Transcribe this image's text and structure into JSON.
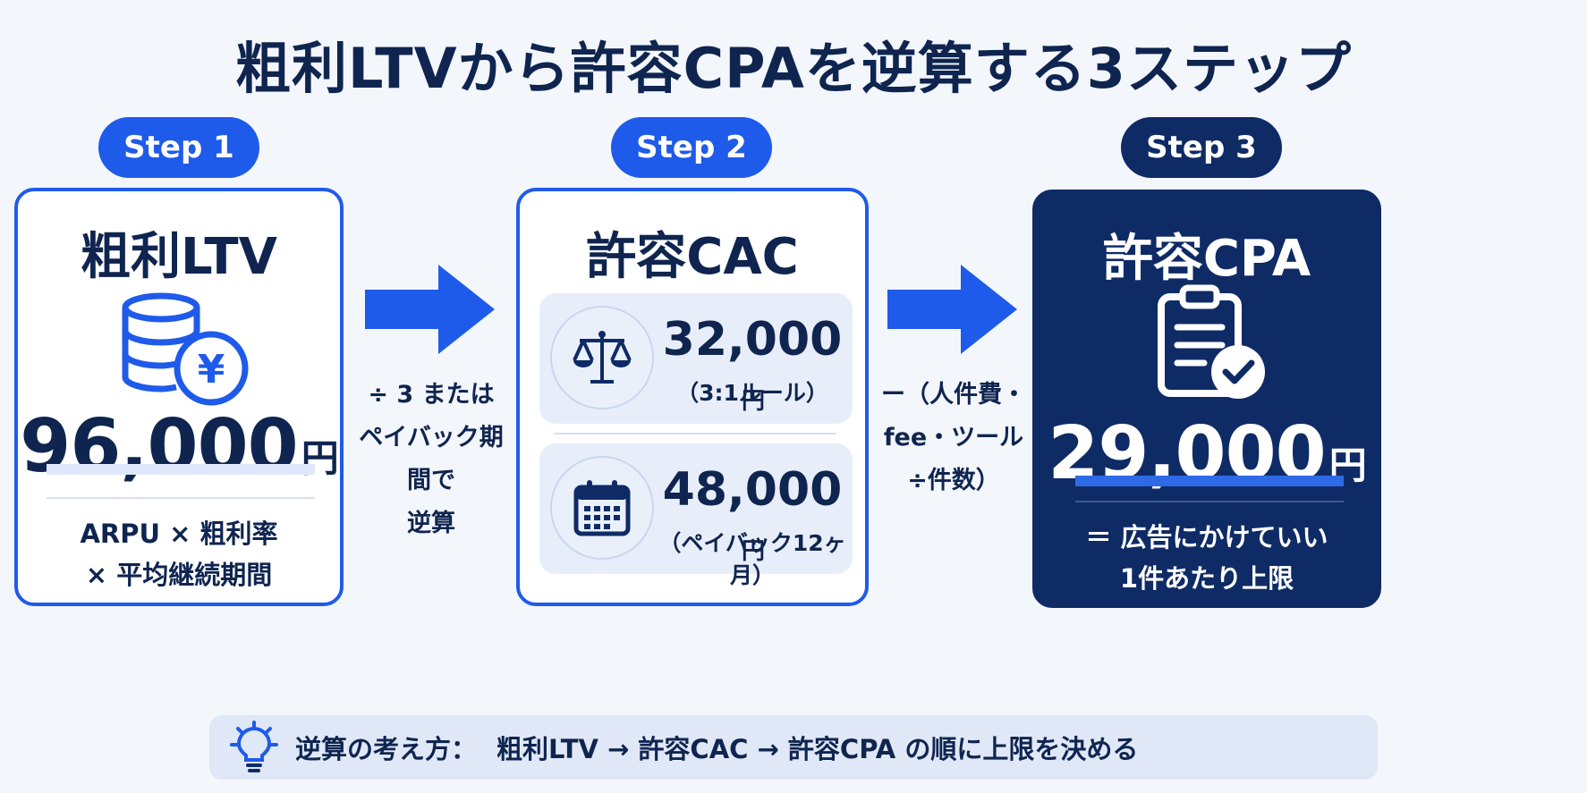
{
  "title": "粗利LTVから許容CPAを逆算する3ステップ",
  "steps": [
    {
      "pill": "Step 1",
      "title": "粗利LTV",
      "value": "96,000",
      "unit": "円",
      "desc_line1": "ARPU × 粗利率",
      "desc_line2": "× 平均継続期間",
      "icon": "coins-yen-icon"
    },
    {
      "pill": "Step 2",
      "title": "許容CAC",
      "options": [
        {
          "value": "32,000",
          "unit": "円",
          "note": "（3:1ルール）",
          "icon": "scale-icon"
        },
        {
          "value": "48,000",
          "unit": "円",
          "note": "（ペイバック12ヶ月）",
          "icon": "calendar-icon"
        }
      ]
    },
    {
      "pill": "Step 3",
      "title": "許容CPA",
      "value": "29,000",
      "unit": "円",
      "desc_line1": "＝ 広告にかけていい",
      "desc_line2": "1件あたり上限",
      "icon": "clipboard-check-icon"
    }
  ],
  "arrows": [
    {
      "line1": "÷ 3 または",
      "line2": "ペイバック期間で",
      "line3": "逆算"
    },
    {
      "line1": "ー（人件費・",
      "line2": "fee・ツール",
      "line3": "÷件数）"
    }
  ],
  "bottom": {
    "icon": "lightbulb-icon",
    "label": "逆算の考え方：",
    "flow": "粗利LTV → 許容CAC → 許容CPA の順に上限を決める"
  },
  "colors": {
    "primary": "#1f5bea",
    "navy": "#0f2b66",
    "text": "#0f2550",
    "background": "#f3f6fb"
  }
}
